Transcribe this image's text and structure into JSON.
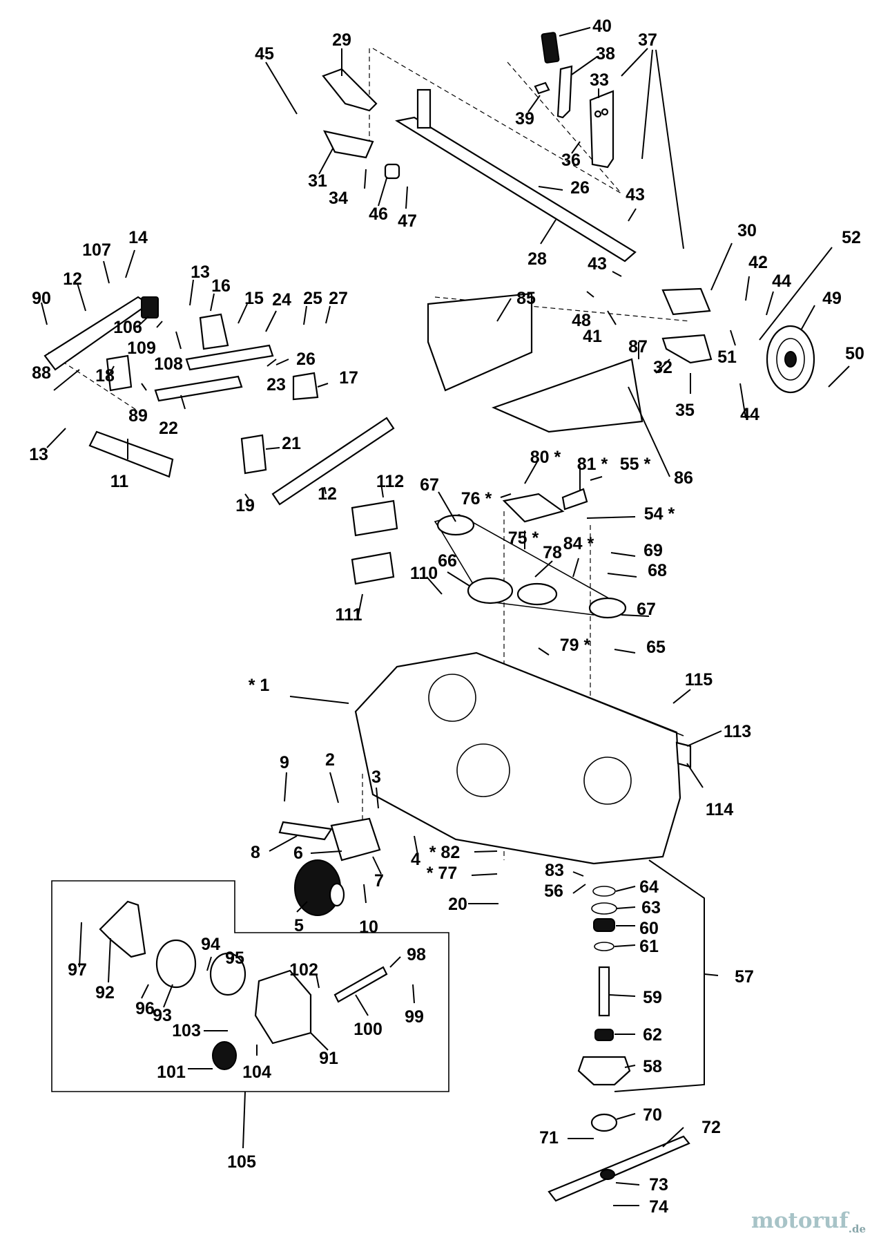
{
  "labels": [
    "40",
    "29",
    "37",
    "38",
    "45",
    "33",
    "39",
    "36",
    "31",
    "34",
    "46",
    "47",
    "26",
    "43",
    "28",
    "30",
    "52",
    "14",
    "107",
    "12",
    "13",
    "16",
    "90",
    "42",
    "44",
    "15",
    "25",
    "27",
    "24",
    "85",
    "43",
    "49",
    "48",
    "106",
    "109",
    "108",
    "26",
    "23",
    "41",
    "51",
    "88",
    "18",
    "89",
    "17",
    "22",
    "87",
    "32",
    "50",
    "35",
    "44",
    "13",
    "21",
    "11",
    "80 *",
    "81 *",
    "55 *",
    "86",
    "67",
    "112",
    "12",
    "19",
    "76 *",
    "54 *",
    "75 *",
    "66",
    "78",
    "84 *",
    "69",
    "110",
    "68",
    "111",
    "67",
    "79 *",
    "65",
    "* 1",
    "115",
    "113",
    "9",
    "2",
    "3",
    "114",
    "8",
    "6",
    "4",
    "* 82",
    "7",
    "83",
    "64",
    "* 77",
    "56",
    "20",
    "10",
    "63",
    "5",
    "60",
    "61",
    "57",
    "97",
    "94",
    "98",
    "95",
    "92",
    "102",
    "59",
    "96",
    "93",
    "100",
    "99",
    "103",
    "62",
    "91",
    "101",
    "104",
    "58",
    "70",
    "71",
    "72",
    "105",
    "73",
    "74"
  ],
  "watermark": {
    "name": "motoruf",
    "suffix": ".de"
  }
}
